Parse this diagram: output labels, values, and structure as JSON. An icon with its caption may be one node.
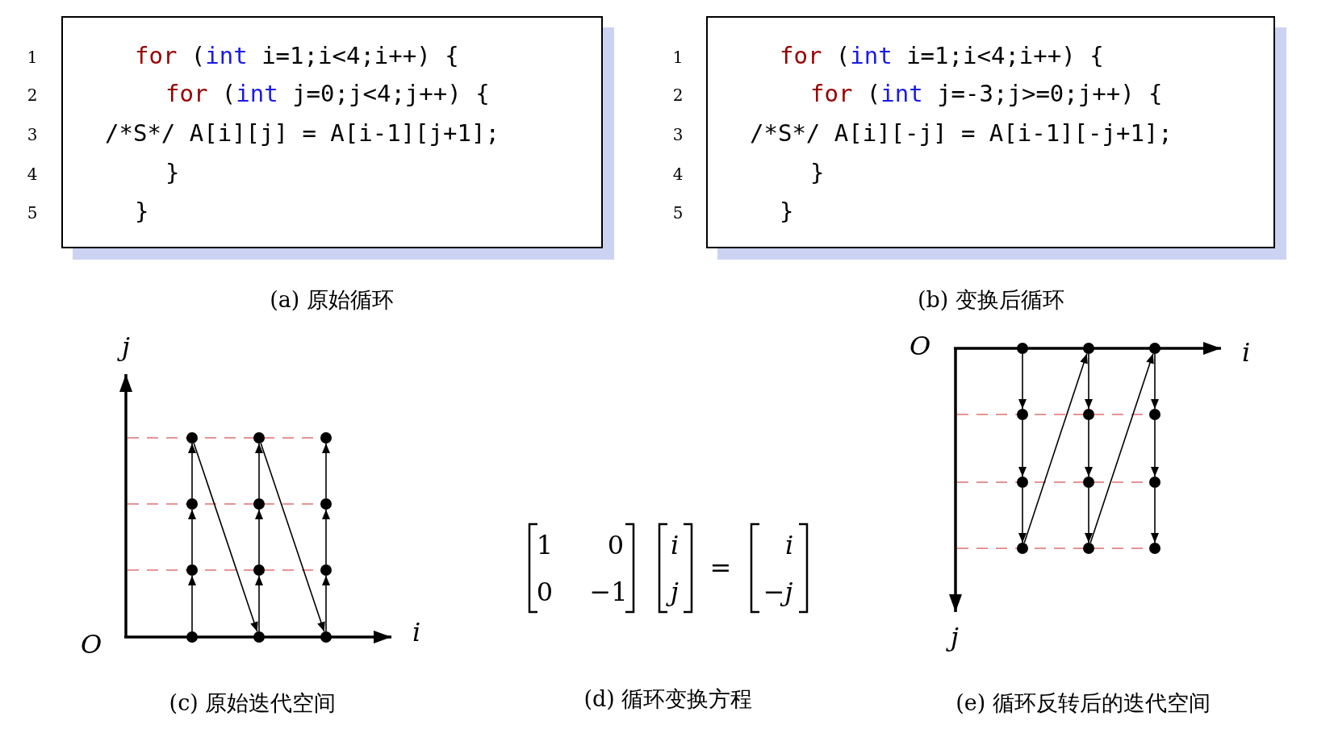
{
  "diagram": {
    "nodes": [
      {
        "text": [
          "for (int i=1;i<4;i++) {",
          "for (int j=0;j<4;j++) {",
          "/*S*/ A[i][j] = A[i-1][j+1];",
          "}",
          "}"
        ],
        "beside": [
          "1",
          "2",
          "3",
          "4",
          "5"
        ]
      },
      {
        "text": [
          "for (int i=1;i<4;i++) {",
          "for (int j=-3;j>=0;j++) {",
          "/*S*/ A[i][-j] = A[i-1][-j+1];",
          "}",
          "}"
        ],
        "beside": [
          "1",
          "2",
          "3",
          "4",
          "5"
        ]
      },
      {
        "text": [],
        "shape": "circle"
      },
      {
        "text": [],
        "shape": "circle"
      },
      {
        "text": [],
        "shape": "circle"
      },
      {
        "text": [],
        "shape": "circle"
      },
      {
        "text": [],
        "shape": "circle"
      },
      {
        "text": [],
        "shape": "circle"
      },
      {
        "text": [],
        "shape": "circle"
      },
      {
        "text": [],
        "shape": "circle"
      },
      {
        "text": [],
        "shape": "circle"
      },
      {
        "text": [],
        "shape": "circle"
      },
      {
        "text": [],
        "shape": "circle"
      },
      {
        "text": [],
        "shape": "circle"
      },
      {
        "text": [],
        "shape": "circle"
      },
      {
        "text": [],
        "shape": "circle"
      },
      {
        "text": [],
        "shape": "circle"
      },
      {
        "text": [],
        "shape": "circle"
      },
      {
        "text": [],
        "shape": "circle"
      },
      {
        "text": [],
        "shape": "circle"
      },
      {
        "text": [],
        "shape": "circle"
      },
      {
        "text": [],
        "shape": "circle"
      },
      {
        "text": [],
        "shape": "circle"
      },
      {
        "text": [],
        "shape": "circle"
      },
      {
        "text": [],
        "shape": "circle"
      },
      {
        "text": [],
        "shape": "circle"
      }
    ],
    "edges": [
      {
        "from": 5,
        "to": 2,
        "arrow": "to"
      },
      {
        "from": 8,
        "to": 5,
        "arrow": "to"
      },
      {
        "from": 11,
        "to": 8,
        "arrow": "to"
      },
      {
        "from": 6,
        "to": 3,
        "arrow": "to"
      },
      {
        "from": 9,
        "to": 6,
        "arrow": "to"
      },
      {
        "from": 12,
        "to": 9,
        "arrow": "to"
      },
      {
        "from": 7,
        "to": 4,
        "arrow": "to"
      },
      {
        "from": 10,
        "to": 7,
        "arrow": "to"
      },
      {
        "from": 13,
        "to": 10,
        "arrow": "to"
      },
      {
        "from": 2,
        "to": 12,
        "arrow": "to"
      },
      {
        "from": 3,
        "to": 13,
        "arrow": "to"
      },
      {
        "from": 14,
        "to": 17,
        "arrow": "to"
      },
      {
        "from": 17,
        "to": 20,
        "arrow": "to"
      },
      {
        "from": 20,
        "to": 23,
        "arrow": "to"
      },
      {
        "from": 15,
        "to": 18,
        "arrow": "to"
      },
      {
        "from": 18,
        "to": 21,
        "arrow": "to"
      },
      {
        "from": 21,
        "to": 24,
        "arrow": "to"
      },
      {
        "from": 16,
        "to": 19,
        "arrow": "to"
      },
      {
        "from": 19,
        "to": 22,
        "arrow": "to"
      },
      {
        "from": 22,
        "to": 25,
        "arrow": "to"
      },
      {
        "from": 23,
        "to": 15,
        "arrow": "to"
      },
      {
        "from": 24,
        "to": 16,
        "arrow": "to"
      }
    ],
    "labels": [
      "(a) 原始循环",
      "(b) 变换后循环",
      "j",
      "O",
      "i",
      "1",
      "0",
      "0",
      "−1",
      "i",
      "j",
      "=",
      "i",
      "−*j*",
      "O",
      "i",
      "j",
      "(c) 原始迭代空间",
      "(d) 循环变换方程",
      "(e) 循环反转后的迭代空间"
    ]
  }
}
